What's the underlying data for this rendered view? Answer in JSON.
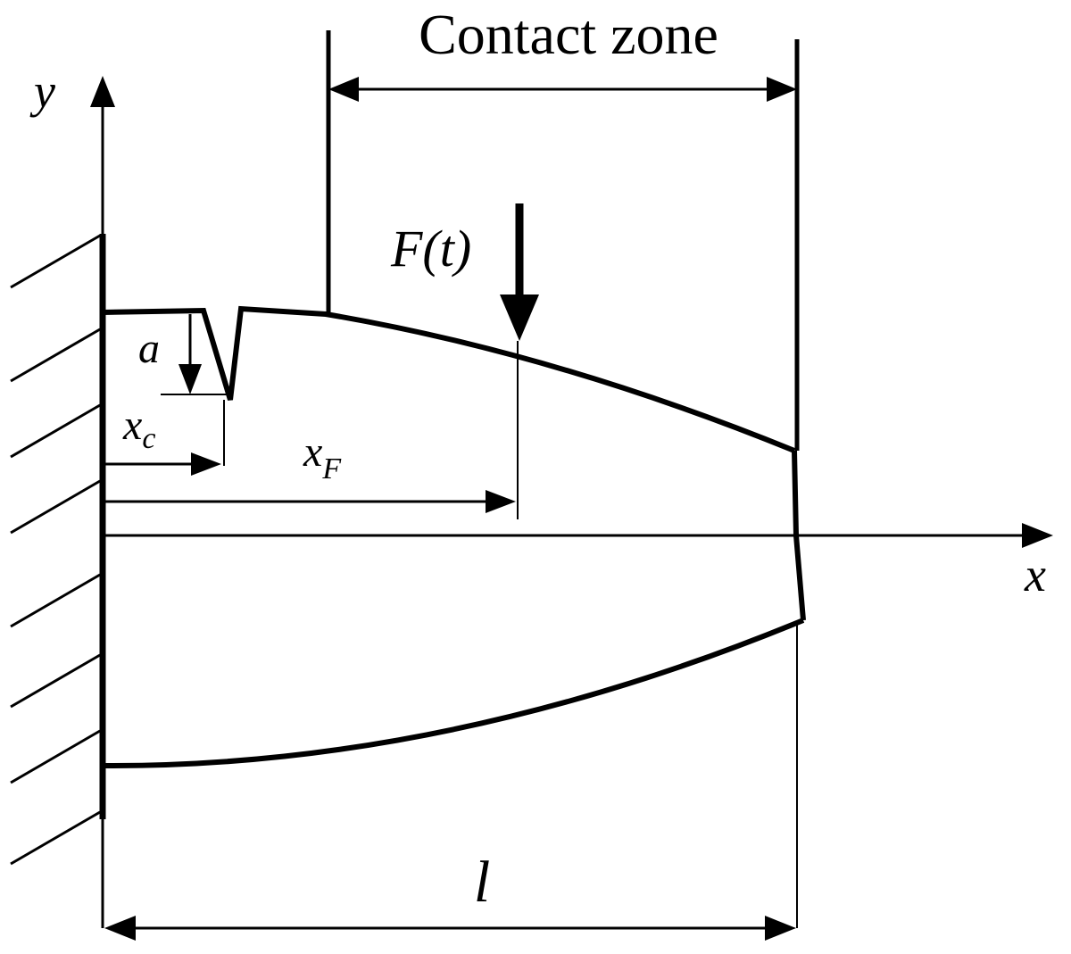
{
  "labels": {
    "contact_zone": "Contact zone",
    "y_axis": "y",
    "x_axis": "x",
    "force": "F(t)",
    "crack_depth": "a",
    "crack_position": "x",
    "crack_position_sub": "c",
    "force_position": "x",
    "force_position_sub": "F",
    "beam_length": "l"
  },
  "colors": {
    "ink": "#000000",
    "background": "#ffffff"
  }
}
